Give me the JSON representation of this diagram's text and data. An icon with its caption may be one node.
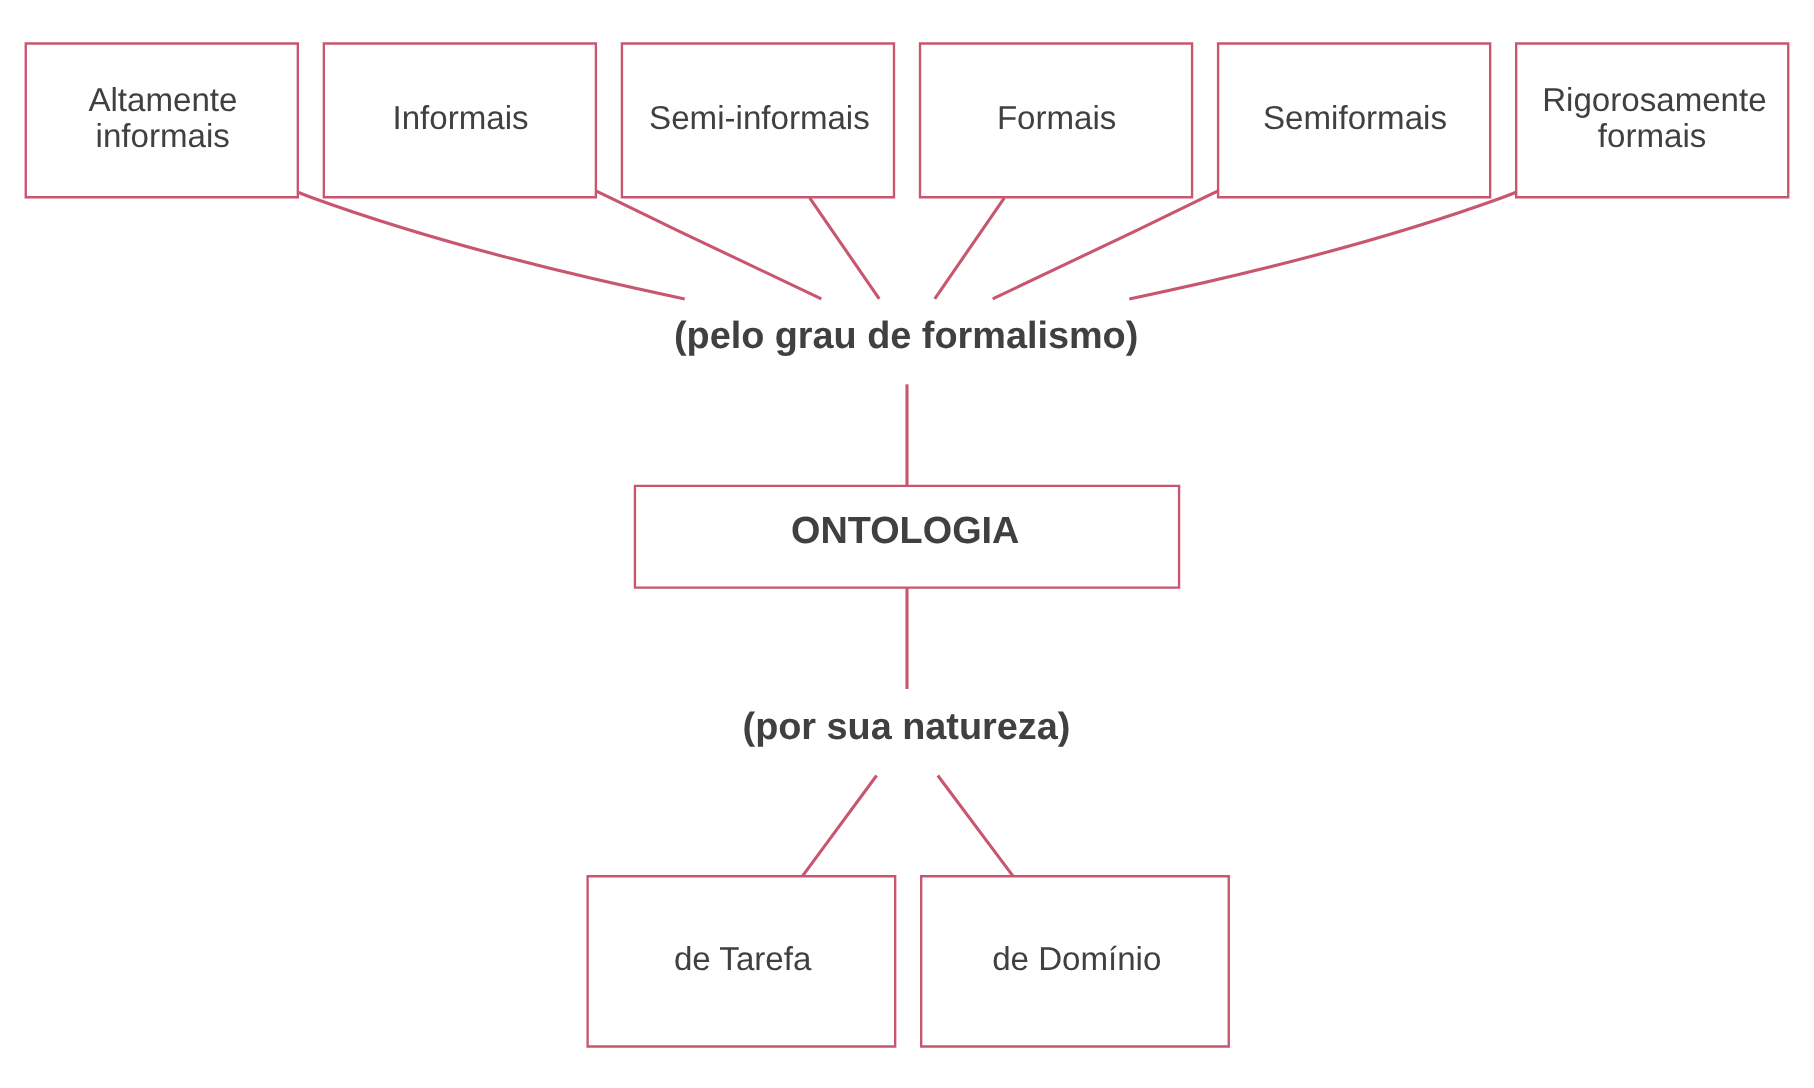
{
  "diagram": {
    "nodes": [
      {
        "text": [
          "Altamente informais"
        ]
      },
      {
        "text": [
          "Informais"
        ]
      },
      {
        "text": [
          "Semi-informais"
        ]
      },
      {
        "text": [
          "Formais"
        ]
      },
      {
        "text": [
          "Semiformais"
        ]
      },
      {
        "text": [
          "Rigorosamente formais"
        ]
      },
      {
        "text": [
          "(pelo grau de formalismo)"
        ]
      },
      {
        "text": [
          "ONTOLOGIA"
        ]
      },
      {
        "text": [
          "(por sua natureza)"
        ]
      },
      {
        "text": [
          "de Tarefa"
        ]
      },
      {
        "text": [
          "de Domínio"
        ]
      }
    ],
    "edges": [
      {
        "from": 0,
        "to": 6,
        "arrow": "none"
      },
      {
        "from": 1,
        "to": 6,
        "arrow": "none"
      },
      {
        "from": 2,
        "to": 6,
        "arrow": "none"
      },
      {
        "from": 3,
        "to": 6,
        "arrow": "none"
      },
      {
        "from": 4,
        "to": 6,
        "arrow": "none"
      },
      {
        "from": 5,
        "to": 6,
        "arrow": "none"
      },
      {
        "from": 6,
        "to": 7,
        "arrow": "none"
      },
      {
        "from": 7,
        "to": 8,
        "arrow": "none"
      },
      {
        "from": 8,
        "to": 9,
        "arrow": "none"
      },
      {
        "from": 8,
        "to": 10,
        "arrow": "none"
      }
    ]
  }
}
